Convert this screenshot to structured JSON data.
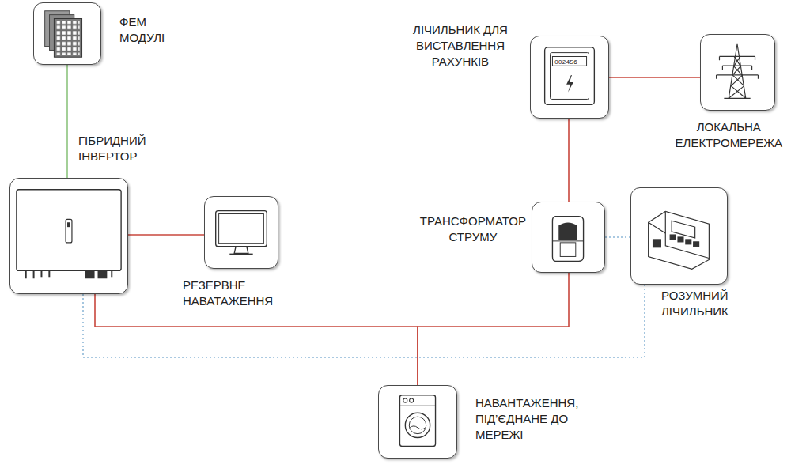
{
  "diagram": {
    "nodes": [
      {
        "text": [
          "ФЕМ МОДУЛІ"
        ]
      },
      {
        "text": [
          "ГІБРИДНИЙ ІНВЕРТОР"
        ]
      },
      {
        "text": [
          "РЕЗЕРВНЕ НАВАТАЖЕННЯ"
        ]
      },
      {
        "text": [
          "ЛІЧИЛЬНИК ДЛЯ ВИСТАВЛЕННЯ РАХУНКІВ"
        ]
      },
      {
        "text": [
          "ЛОКАЛЬНА ЕЛЕКТРОМЕРЕЖА"
        ]
      },
      {
        "text": [
          "ТРАНСФОРМАТОР СТРУМУ"
        ]
      },
      {
        "text": [
          "РОЗУМНИЙ ЛІЧИЛЬНИК"
        ]
      },
      {
        "text": [
          "НАВАНТАЖЕННЯ, ПІД’ЄДНАНЕ ДО МЕРЕЖІ"
        ]
      }
    ],
    "edges": [
      {
        "from": 0,
        "to": 1,
        "arrow": "none"
      },
      {
        "from": 1,
        "to": 2,
        "arrow": "none"
      },
      {
        "from": 3,
        "to": 4,
        "arrow": "none"
      },
      {
        "from": 3,
        "to": 5,
        "arrow": "none"
      },
      {
        "from": 5,
        "to": 6,
        "arrow": "none"
      },
      {
        "from": 1,
        "to": 7,
        "arrow": "none"
      },
      {
        "from": 5,
        "to": 7,
        "arrow": "none"
      },
      {
        "from": 1,
        "to": 6,
        "arrow": "none"
      }
    ],
    "labels": [
      "002456"
    ]
  }
}
